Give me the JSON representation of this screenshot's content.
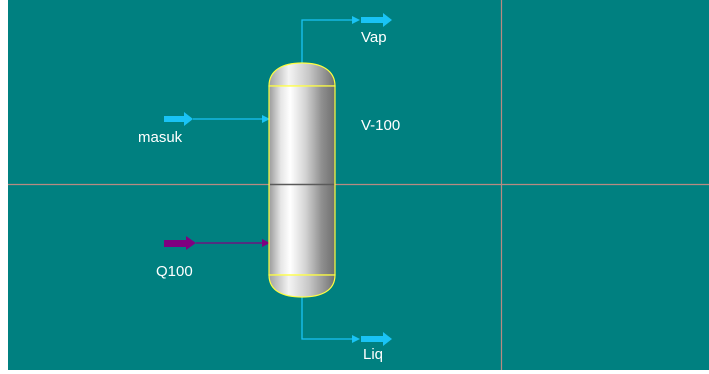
{
  "canvas": {
    "background_color": "#008080",
    "grid_line_color": "#b88a82"
  },
  "equipment": {
    "separator": {
      "label": "V-100",
      "outline_color": "#ffff40"
    }
  },
  "streams": {
    "feed": {
      "label": "masuk",
      "type": "material",
      "color": "#19c3f5"
    },
    "vapour": {
      "label": "Vap",
      "type": "material",
      "color": "#19c3f5"
    },
    "liquid": {
      "label": "Liq",
      "type": "material",
      "color": "#19c3f5"
    },
    "duty": {
      "label": "Q100",
      "type": "energy",
      "color": "#800080"
    }
  }
}
